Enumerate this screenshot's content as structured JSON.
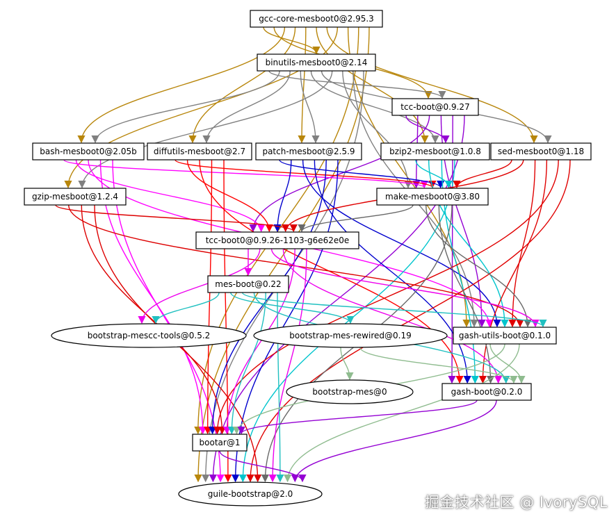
{
  "graph": {
    "nodes": [
      {
        "id": "gcc",
        "label": "gcc-core-mesboot0@2.95.3",
        "shape": "box"
      },
      {
        "id": "binutils",
        "label": "binutils-mesboot0@2.14",
        "shape": "box"
      },
      {
        "id": "tccboot",
        "label": "tcc-boot@0.9.27",
        "shape": "box"
      },
      {
        "id": "bash",
        "label": "bash-mesboot0@2.05b",
        "shape": "box"
      },
      {
        "id": "diffutils",
        "label": "diffutils-mesboot@2.7",
        "shape": "box"
      },
      {
        "id": "patch",
        "label": "patch-mesboot@2.5.9",
        "shape": "box"
      },
      {
        "id": "bzip2",
        "label": "bzip2-mesboot@1.0.8",
        "shape": "box"
      },
      {
        "id": "sed",
        "label": "sed-mesboot0@1.18",
        "shape": "box"
      },
      {
        "id": "gzip",
        "label": "gzip-mesboot@1.2.4",
        "shape": "box"
      },
      {
        "id": "make",
        "label": "make-mesboot0@3.80",
        "shape": "box"
      },
      {
        "id": "tccboot0",
        "label": "tcc-boot0@0.9.26-1103-g6e62e0e",
        "shape": "box"
      },
      {
        "id": "mesboot",
        "label": "mes-boot@0.22",
        "shape": "box"
      },
      {
        "id": "mescctools",
        "label": "bootstrap-mescc-tools@0.5.2",
        "shape": "ellipse"
      },
      {
        "id": "mesrewired",
        "label": "bootstrap-mes-rewired@0.19",
        "shape": "ellipse"
      },
      {
        "id": "gashutils",
        "label": "gash-utils-boot@0.1.0",
        "shape": "box"
      },
      {
        "id": "bootstrapmes",
        "label": "bootstrap-mes@0",
        "shape": "ellipse"
      },
      {
        "id": "gashboot",
        "label": "gash-boot@0.2.0",
        "shape": "box"
      },
      {
        "id": "bootar",
        "label": "bootar@1",
        "shape": "box"
      },
      {
        "id": "guile",
        "label": "guile-bootstrap@2.0",
        "shape": "ellipse"
      }
    ],
    "edges": [
      {
        "from": "gcc",
        "to": "binutils",
        "color": "#b8860b"
      },
      {
        "from": "gcc",
        "to": "tccboot",
        "color": "#b8860b"
      },
      {
        "from": "gcc",
        "to": "bash",
        "color": "#b8860b"
      },
      {
        "from": "gcc",
        "to": "diffutils",
        "color": "#b8860b"
      },
      {
        "from": "gcc",
        "to": "patch",
        "color": "#b8860b"
      },
      {
        "from": "gcc",
        "to": "bzip2",
        "color": "#b8860b"
      },
      {
        "from": "gcc",
        "to": "sed",
        "color": "#b8860b"
      },
      {
        "from": "gcc",
        "to": "gzip",
        "color": "#b8860b"
      },
      {
        "from": "gcc",
        "to": "gashutils",
        "color": "#b8860b"
      },
      {
        "from": "gcc",
        "to": "bootar",
        "color": "#b8860b"
      },
      {
        "from": "gcc",
        "to": "guile",
        "color": "#b8860b"
      },
      {
        "from": "binutils",
        "to": "tccboot",
        "color": "#808080"
      },
      {
        "from": "binutils",
        "to": "bash",
        "color": "#808080"
      },
      {
        "from": "binutils",
        "to": "diffutils",
        "color": "#808080"
      },
      {
        "from": "binutils",
        "to": "patch",
        "color": "#808080"
      },
      {
        "from": "binutils",
        "to": "bzip2",
        "color": "#808080"
      },
      {
        "from": "binutils",
        "to": "sed",
        "color": "#808080"
      },
      {
        "from": "binutils",
        "to": "gzip",
        "color": "#808080"
      },
      {
        "from": "binutils",
        "to": "make",
        "color": "#808080"
      },
      {
        "from": "binutils",
        "to": "gashutils",
        "color": "#808080"
      },
      {
        "from": "binutils",
        "to": "guile",
        "color": "#808080"
      },
      {
        "from": "tccboot",
        "to": "bzip2",
        "color": "#9400d3"
      },
      {
        "from": "tccboot",
        "to": "make",
        "color": "#9400d3"
      },
      {
        "from": "tccboot",
        "to": "tccboot0",
        "color": "#9400d3"
      },
      {
        "from": "tccboot",
        "to": "gashutils",
        "color": "#9400d3"
      },
      {
        "from": "tccboot",
        "to": "gashboot",
        "color": "#9400d3"
      },
      {
        "from": "tccboot",
        "to": "guile",
        "color": "#9400d3"
      },
      {
        "from": "bash",
        "to": "make",
        "color": "#ff00ff"
      },
      {
        "from": "bash",
        "to": "tccboot0",
        "color": "#ff00ff"
      },
      {
        "from": "bash",
        "to": "gashutils",
        "color": "#ff00ff"
      },
      {
        "from": "bash",
        "to": "bootar",
        "color": "#ff00ff"
      },
      {
        "from": "bash",
        "to": "guile",
        "color": "#ff00ff"
      },
      {
        "from": "diffutils",
        "to": "make",
        "color": "#ff0000"
      },
      {
        "from": "diffutils",
        "to": "tccboot0",
        "color": "#ff0000"
      },
      {
        "from": "diffutils",
        "to": "gashboot",
        "color": "#ff0000"
      },
      {
        "from": "diffutils",
        "to": "bootar",
        "color": "#ff0000"
      },
      {
        "from": "diffutils",
        "to": "guile",
        "color": "#ff0000"
      },
      {
        "from": "patch",
        "to": "make",
        "color": "#0000cd"
      },
      {
        "from": "patch",
        "to": "tccboot0",
        "color": "#0000cd"
      },
      {
        "from": "patch",
        "to": "gashutils",
        "color": "#0000cd"
      },
      {
        "from": "patch",
        "to": "gashboot",
        "color": "#0000cd"
      },
      {
        "from": "patch",
        "to": "bootar",
        "color": "#0000cd"
      },
      {
        "from": "patch",
        "to": "guile",
        "color": "#0000cd"
      },
      {
        "from": "bzip2",
        "to": "make",
        "color": "#00c5cd"
      },
      {
        "from": "bzip2",
        "to": "gashutils",
        "color": "#00c5cd"
      },
      {
        "from": "bzip2",
        "to": "gashboot",
        "color": "#00c5cd"
      },
      {
        "from": "bzip2",
        "to": "guile",
        "color": "#00c5cd"
      },
      {
        "from": "sed",
        "to": "make",
        "color": "#e00000"
      },
      {
        "from": "sed",
        "to": "tccboot0",
        "color": "#e00000"
      },
      {
        "from": "sed",
        "to": "gashutils",
        "color": "#e00000"
      },
      {
        "from": "sed",
        "to": "gashboot",
        "color": "#e00000"
      },
      {
        "from": "sed",
        "to": "bootar",
        "color": "#e00000"
      },
      {
        "from": "sed",
        "to": "guile",
        "color": "#e00000"
      },
      {
        "from": "gzip",
        "to": "tccboot0",
        "color": "#dd0000"
      },
      {
        "from": "gzip",
        "to": "gashutils",
        "color": "#dd0000"
      },
      {
        "from": "gzip",
        "to": "bootar",
        "color": "#dd0000"
      },
      {
        "from": "gzip",
        "to": "guile",
        "color": "#dd0000"
      },
      {
        "from": "make",
        "to": "tccboot0",
        "color": "#696969"
      },
      {
        "from": "make",
        "to": "gashutils",
        "color": "#696969"
      },
      {
        "from": "make",
        "to": "gashboot",
        "color": "#696969"
      },
      {
        "from": "make",
        "to": "guile",
        "color": "#696969"
      },
      {
        "from": "tccboot0",
        "to": "mesboot",
        "color": "#ee00ee"
      },
      {
        "from": "tccboot0",
        "to": "mescctools",
        "color": "#ee00ee"
      },
      {
        "from": "tccboot0",
        "to": "gashutils",
        "color": "#ee00ee"
      },
      {
        "from": "tccboot0",
        "to": "gashboot",
        "color": "#ee00ee"
      },
      {
        "from": "tccboot0",
        "to": "bootar",
        "color": "#ee00ee"
      },
      {
        "from": "tccboot0",
        "to": "guile",
        "color": "#ee00ee"
      },
      {
        "from": "mesboot",
        "to": "mescctools",
        "color": "#20c0c0"
      },
      {
        "from": "mesboot",
        "to": "mesrewired",
        "color": "#20c0c0"
      },
      {
        "from": "mesboot",
        "to": "gashutils",
        "color": "#20c0c0"
      },
      {
        "from": "mesboot",
        "to": "gashboot",
        "color": "#20c0c0"
      },
      {
        "from": "mesboot",
        "to": "bootar",
        "color": "#20c0c0"
      },
      {
        "from": "mesboot",
        "to": "guile",
        "color": "#20c0c0"
      },
      {
        "from": "mesrewired",
        "to": "bootstrapmes",
        "color": "#8fbc8f"
      },
      {
        "from": "mesrewired",
        "to": "gashboot",
        "color": "#8fbc8f"
      },
      {
        "from": "gashutils",
        "to": "gashboot",
        "color": "#8fbc8f"
      },
      {
        "from": "gashutils",
        "to": "bootar",
        "color": "#8fbc8f"
      },
      {
        "from": "gashutils",
        "to": "guile",
        "color": "#8fbc8f"
      },
      {
        "from": "gashboot",
        "to": "bootar",
        "color": "#9400d3"
      },
      {
        "from": "gashboot",
        "to": "guile",
        "color": "#9400d3"
      },
      {
        "from": "bootar",
        "to": "guile",
        "color": "#9400d3"
      }
    ]
  },
  "watermark": "掘金技术社区 @ IvorySQL"
}
